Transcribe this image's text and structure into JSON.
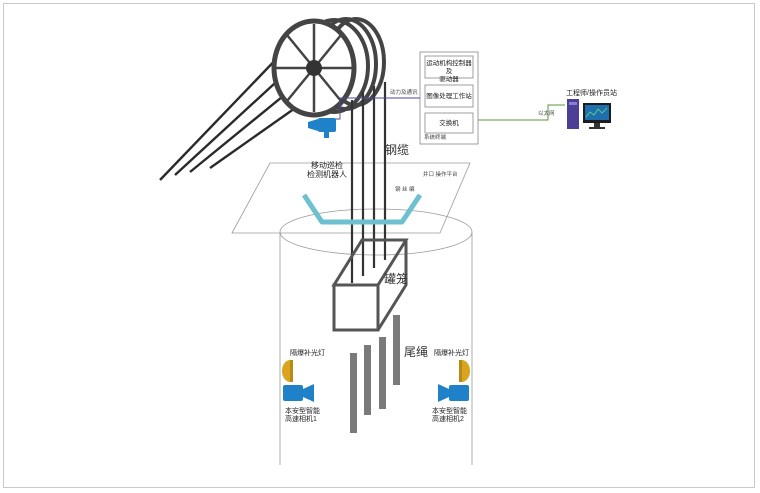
{
  "colors": {
    "structure": "#555555",
    "rope": "#333333",
    "camera": "#1f82c8",
    "lamp": "#d9a520",
    "channel": "#6cc0cf",
    "link": "#5a9a3c",
    "computer": "#4b3f96"
  },
  "labels": {
    "wire_rope": "钢缆",
    "cage": "罐笼",
    "tail_rope": "尾绳",
    "mobile_robot": [
      "移动巡检",
      "检测机器人"
    ],
    "pcie": "动力及通讯",
    "platform": "井口 操作平台",
    "channel_tag": "钢 丝 编",
    "system_left": "系统终端",
    "fiber": "以太网",
    "workstation": "工程师/操作员站",
    "lamp_left": "隔爆补光灯",
    "lamp_right": "隔爆补光灯",
    "cam_left": [
      "本安型智能",
      "高速相机1"
    ],
    "cam_right": [
      "本安型智能",
      "高速相机2"
    ]
  },
  "cabinet": {
    "rows": [
      [
        "运动机构控制器及",
        "驱动器"
      ],
      [
        "图像处理工作站"
      ],
      [
        "交换机"
      ]
    ]
  }
}
